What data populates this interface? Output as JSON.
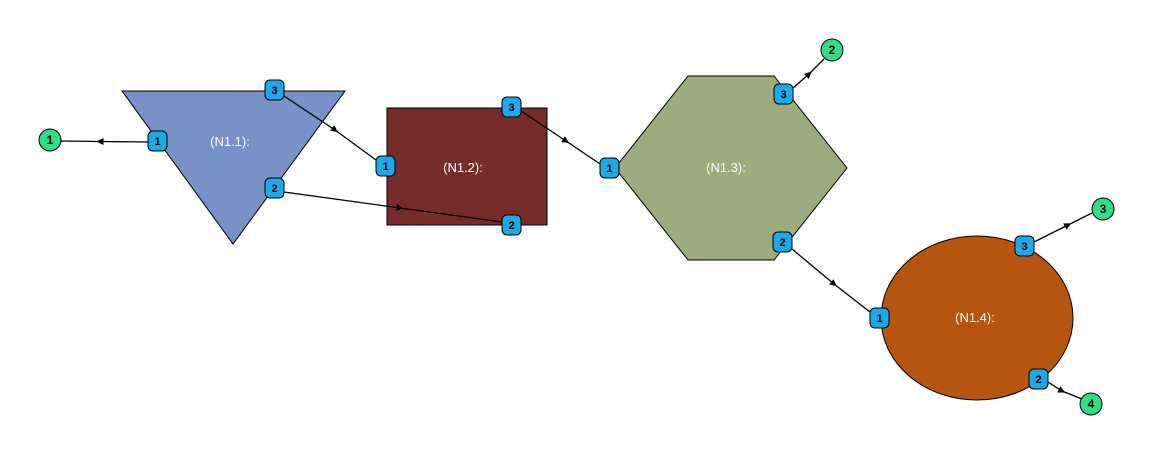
{
  "colors": {
    "n11_fill": "#7891C9",
    "n12_fill": "#772C2C",
    "n13_fill": "#9CAC7E",
    "n14_fill": "#B5550F",
    "port_fill": "#1FA8E8",
    "terminal_fill": "#33DD88",
    "edge": "#000000"
  },
  "nodes": {
    "n11": {
      "label": "(N1.1):",
      "shape": "triangle",
      "ports": {
        "p1": "1",
        "p2": "2",
        "p3": "3"
      }
    },
    "n12": {
      "label": "(N1.2):",
      "shape": "rectangle",
      "ports": {
        "p1": "1",
        "p2": "2",
        "p3": "3"
      }
    },
    "n13": {
      "label": "(N1.3):",
      "shape": "hexagon",
      "ports": {
        "p1": "1",
        "p2": "2",
        "p3": "3"
      }
    },
    "n14": {
      "label": "(N1.4):",
      "shape": "ellipse",
      "ports": {
        "p1": "1",
        "p2": "2",
        "p3": "3"
      }
    }
  },
  "terminals": {
    "t1": "1",
    "t2": "2",
    "t3": "3",
    "t4": "4"
  },
  "edges": [
    {
      "from": "N1.1 port 1",
      "to": "terminal 1"
    },
    {
      "from": "N1.1 port 3",
      "to": "N1.2 port 1"
    },
    {
      "from": "N1.1 port 2",
      "to": "N1.2 port 2"
    },
    {
      "from": "N1.2 port 3",
      "to": "N1.3 port 1"
    },
    {
      "from": "N1.3 port 3",
      "to": "terminal 2"
    },
    {
      "from": "N1.3 port 2",
      "to": "N1.4 port 1"
    },
    {
      "from": "N1.4 port 3",
      "to": "terminal 3"
    },
    {
      "from": "N1.4 port 2",
      "to": "terminal 4"
    }
  ]
}
